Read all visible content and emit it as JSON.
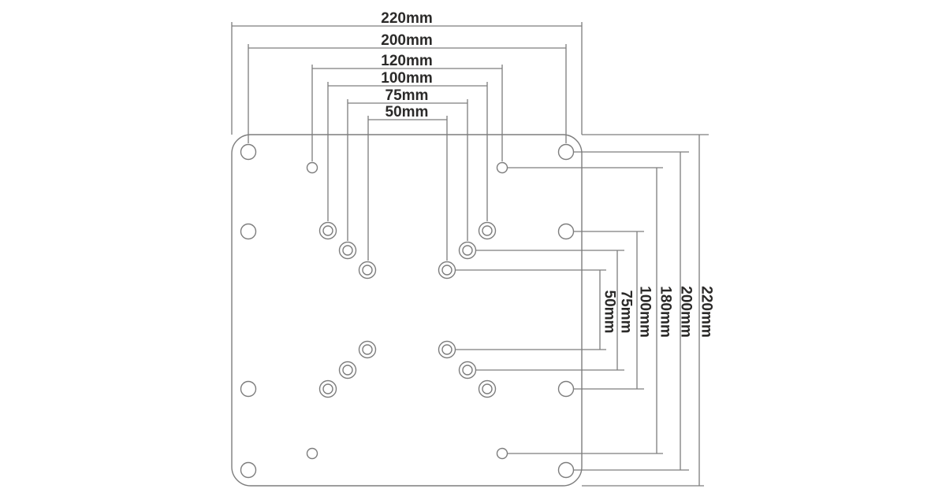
{
  "diagram": {
    "top_dimensions": [
      {
        "label": "220mm",
        "value_mm": 220
      },
      {
        "label": "200mm",
        "value_mm": 200
      },
      {
        "label": "120mm",
        "value_mm": 120
      },
      {
        "label": "100mm",
        "value_mm": 100
      },
      {
        "label": "75mm",
        "value_mm": 75
      },
      {
        "label": "50mm",
        "value_mm": 50
      }
    ],
    "right_dimensions": [
      {
        "label": "50mm",
        "value_mm": 50
      },
      {
        "label": "75mm",
        "value_mm": 75
      },
      {
        "label": "100mm",
        "value_mm": 100
      },
      {
        "label": "180mm",
        "value_mm": 180
      },
      {
        "label": "200mm",
        "value_mm": 200
      },
      {
        "label": "220mm",
        "value_mm": 220
      }
    ]
  },
  "theme": {
    "background": "#ffffff",
    "line_color": "#7d7d7d",
    "text_color": "#2b2a29"
  }
}
